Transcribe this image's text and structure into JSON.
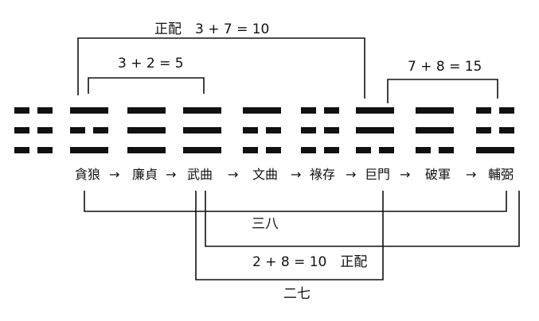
{
  "stars": [
    "貪狼",
    "廉貞",
    "武曲",
    "文曲",
    "祿存",
    "巨門",
    "破軍",
    "輔弼"
  ],
  "arrow": "→",
  "trigrams": [
    [
      false,
      false,
      false
    ],
    [
      true,
      false,
      true
    ],
    [
      true,
      true,
      true
    ],
    [
      true,
      true,
      true
    ],
    [
      true,
      false,
      false
    ],
    [
      false,
      false,
      false
    ],
    [
      true,
      true,
      false
    ],
    [
      true,
      true,
      false
    ],
    [
      false,
      false,
      true
    ]
  ],
  "annotations": {
    "top_pair": "正配　3 + 7 = 10",
    "inner_pair": "3 + 2 = 5",
    "right_pair": "7 + 8 = 15",
    "san_ba": "三八",
    "bottom_pair": "2 + 8 = 10　正配",
    "er_qi": "二七"
  }
}
